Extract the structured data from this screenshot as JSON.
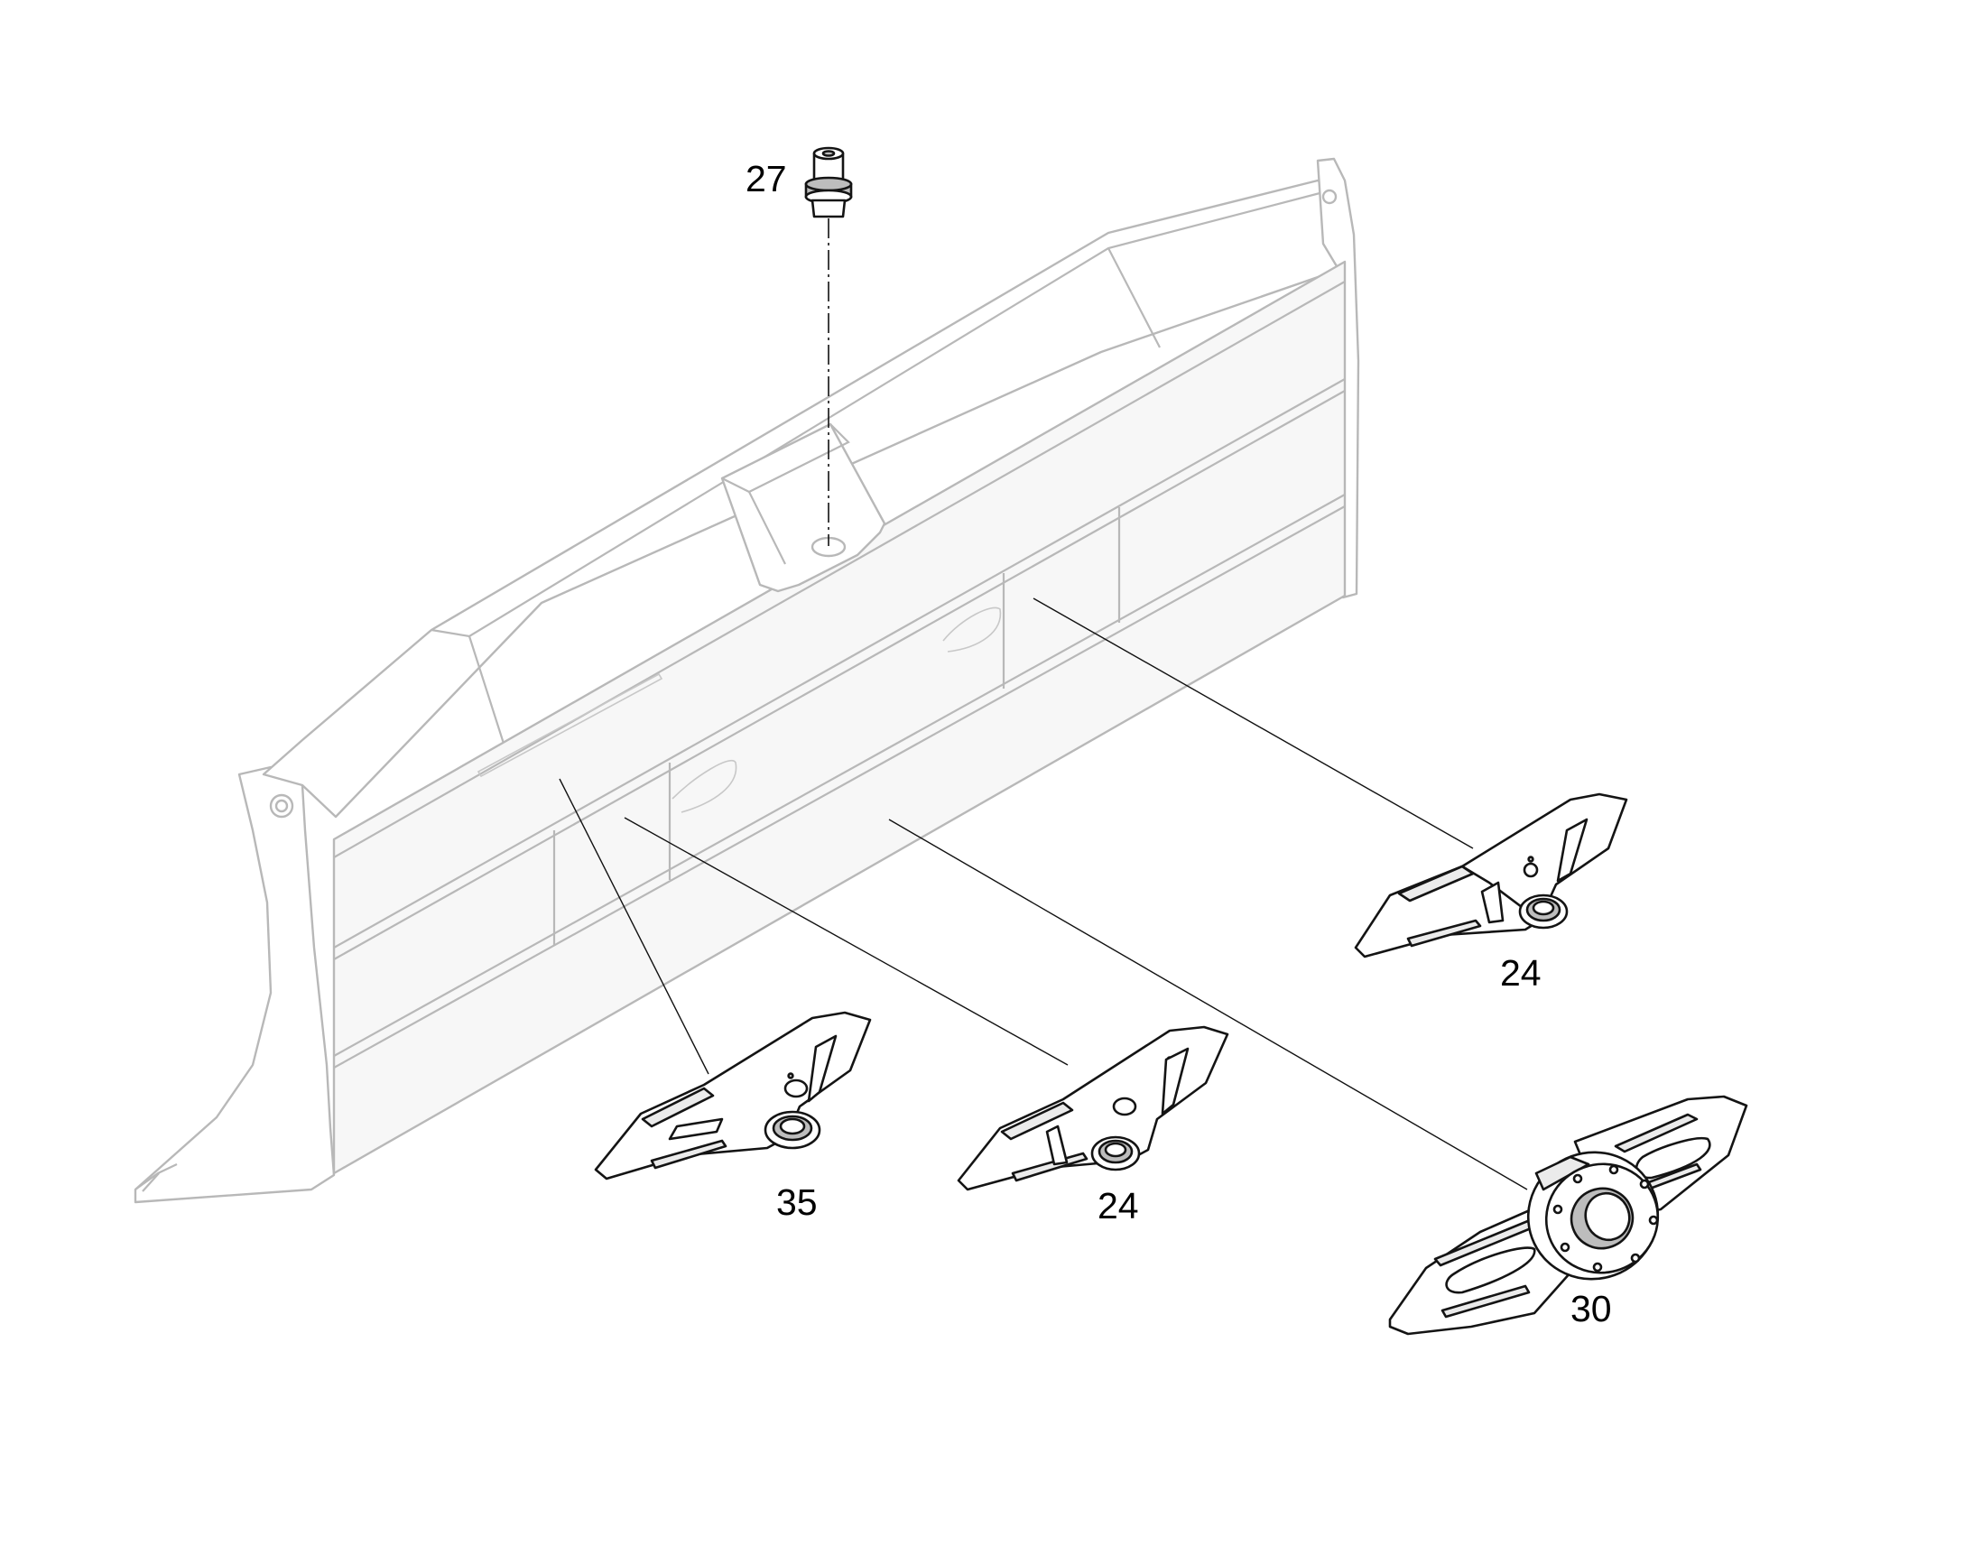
{
  "diagram": {
    "callouts": [
      {
        "id": "callout-27",
        "label": "27"
      },
      {
        "id": "callout-24-right",
        "label": "24"
      },
      {
        "id": "callout-35",
        "label": "35"
      },
      {
        "id": "callout-24-center",
        "label": "24"
      },
      {
        "id": "callout-30",
        "label": "30"
      }
    ],
    "colors": {
      "assembly_outline": "#b8b8b8",
      "part_outline": "#141414",
      "background": "#ffffff"
    }
  }
}
